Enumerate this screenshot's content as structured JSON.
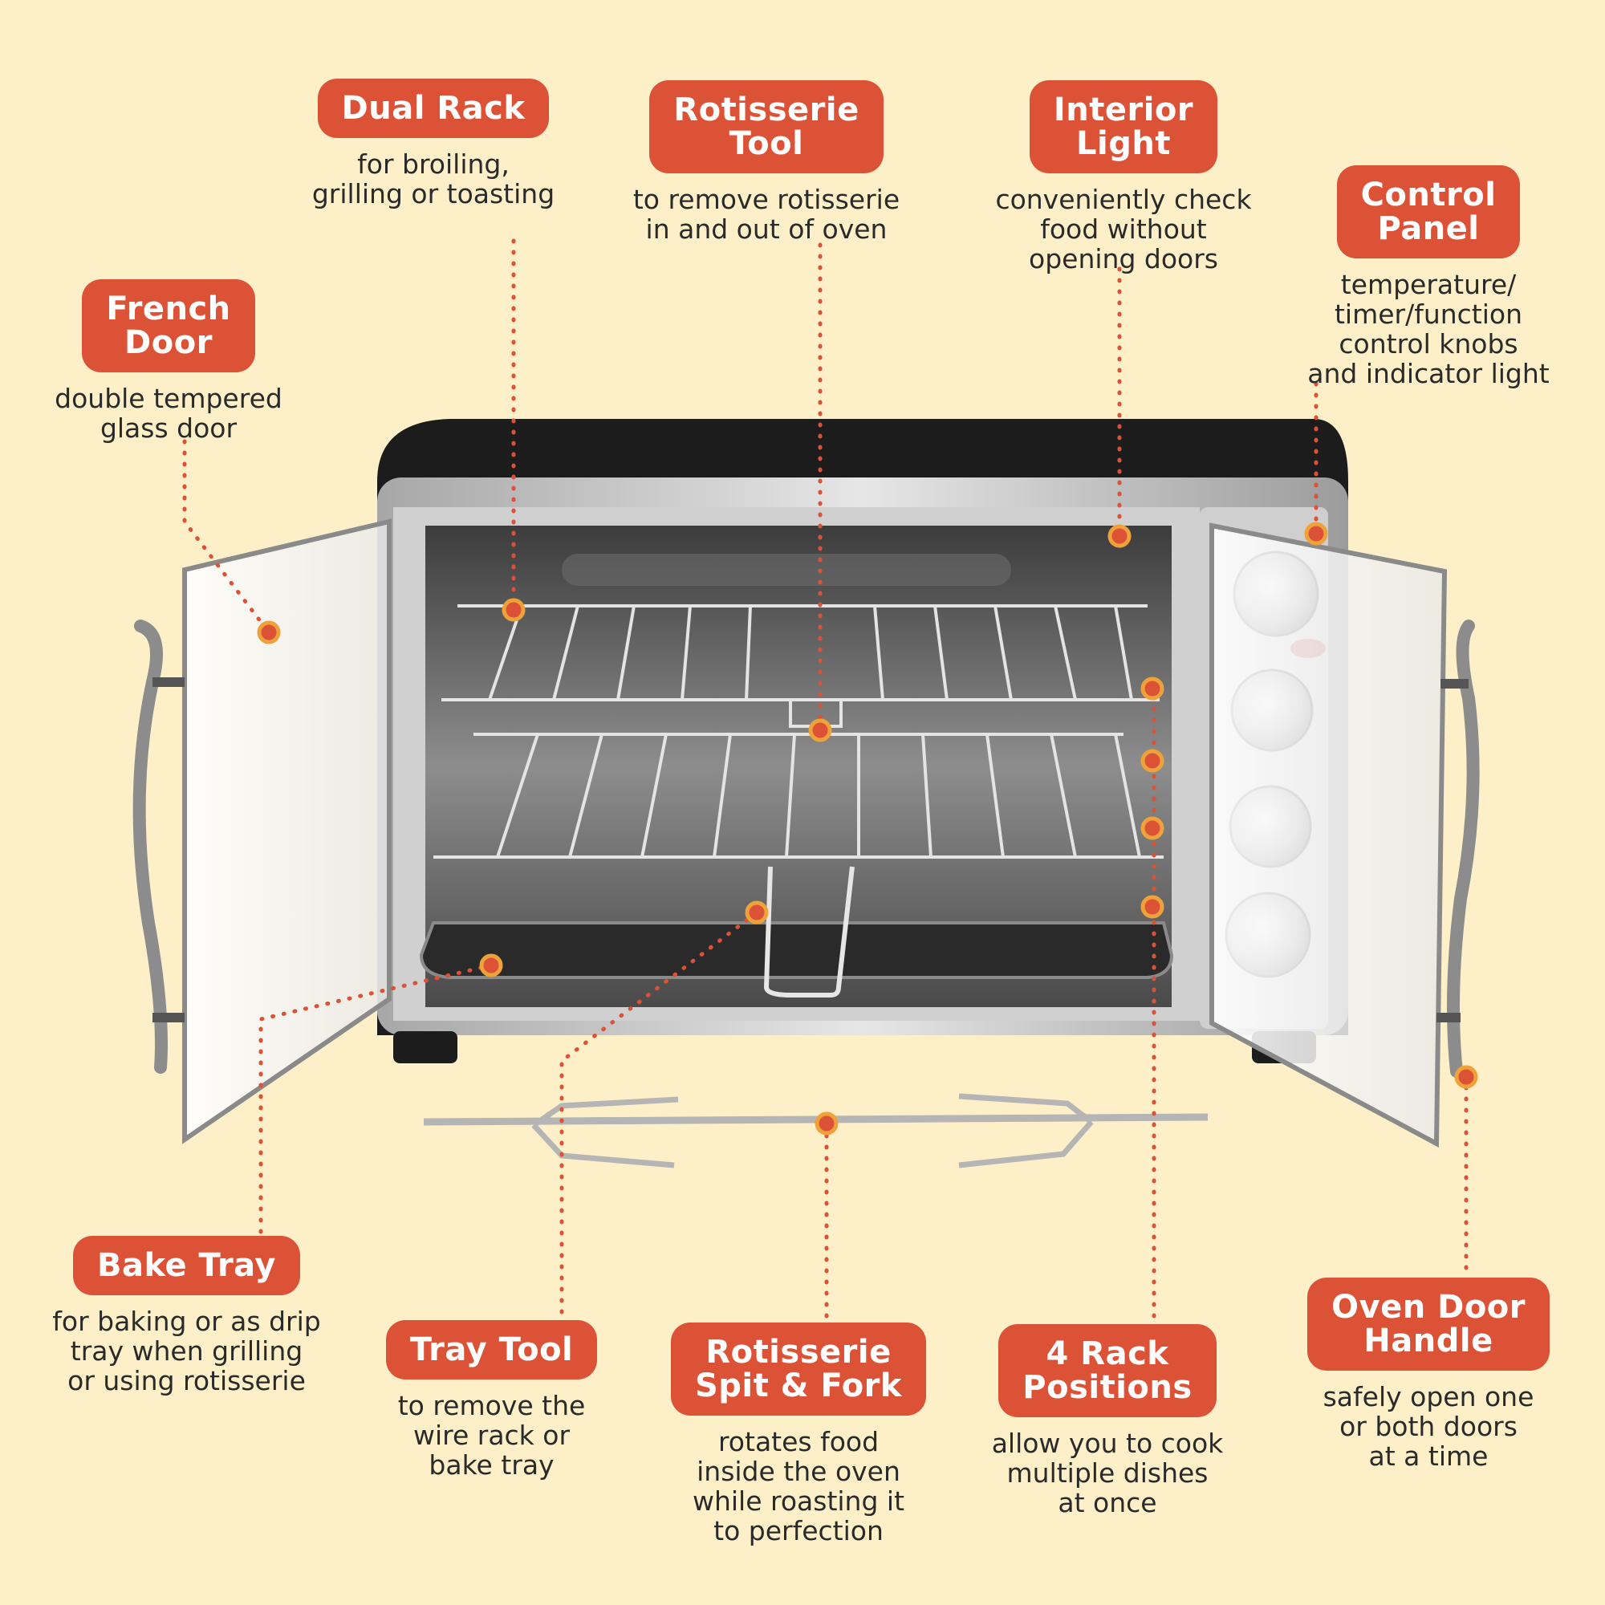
{
  "colors": {
    "background": "#fdf0c8",
    "accent": "#dc5236",
    "text": "#2a2a2a"
  },
  "callouts": {
    "french_door": {
      "title": "French\nDoor",
      "desc": "double tempered\nglass door"
    },
    "dual_rack": {
      "title": "Dual Rack",
      "desc": "for broiling,\ngrilling or toasting"
    },
    "rotisserie_tool": {
      "title": "Rotisserie\nTool",
      "desc": "to remove rotisserie\nin and out of oven"
    },
    "interior_light": {
      "title": "Interior\nLight",
      "desc": "conveniently check\nfood without\nopening doors"
    },
    "control_panel": {
      "title": "Control\nPanel",
      "desc": "temperature/\ntimer/function\ncontrol knobs\nand indicator light"
    },
    "bake_tray": {
      "title": "Bake Tray",
      "desc": "for baking or as drip\ntray when grilling\nor using rotisserie"
    },
    "tray_tool": {
      "title": "Tray Tool",
      "desc": "to remove the\nwire rack or\nbake tray"
    },
    "spit_fork": {
      "title": "Rotisserie\nSpit & Fork",
      "desc": "rotates food\ninside the oven\nwhile roasting it\nto perfection"
    },
    "rack_positions": {
      "title": "4 Rack\nPositions",
      "desc": "allow you to cook\nmultiple dishes\nat once"
    },
    "door_handle": {
      "title": "Oven Door\nHandle",
      "desc": "safely open one\nor both doors\nat a time"
    }
  },
  "illustration": {
    "subject": "toaster-oven",
    "knob_icons": [
      "thermometer-knob-icon",
      "function-knob-icon",
      "temperature-knob-icon",
      "timer-knob-icon"
    ]
  }
}
